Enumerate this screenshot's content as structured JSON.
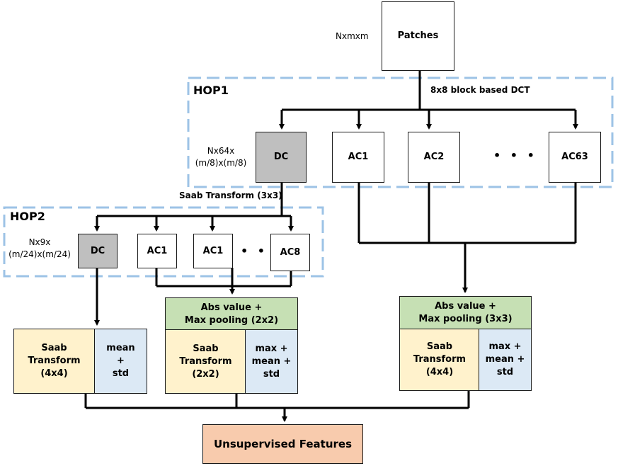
{
  "patches": {
    "label": "Patches",
    "dim": "Nxmxm"
  },
  "hop1": {
    "title": "HOP1",
    "transform_label": "8x8 block based DCT",
    "dim_line1": "Nx64x",
    "dim_line2": "(m/8)x(m/8)",
    "nodes": [
      "DC",
      "AC1",
      "AC2",
      "AC63"
    ],
    "ellipsis": "• • •"
  },
  "hop2": {
    "title": "HOP2",
    "transform_label": "Saab Transform (3x3)",
    "dim_line1": "Nx9x",
    "dim_line2": "(m/24)x(m/24)",
    "nodes": [
      "DC",
      "AC1",
      "AC1",
      "AC8"
    ],
    "ellipsis": "• • •"
  },
  "branch_dc": {
    "saab": [
      "Saab",
      "Transform",
      "(4x4)"
    ],
    "stats": [
      "mean",
      "+",
      "std"
    ]
  },
  "branch_hop2_ac": {
    "pool": [
      "Abs value +",
      "Max pooling (2x2)"
    ],
    "saab": [
      "Saab",
      "Transform",
      "(2x2)"
    ],
    "stats": [
      "max +",
      "mean +",
      "std"
    ]
  },
  "branch_hop1_ac": {
    "pool": [
      "Abs value +",
      "Max pooling (3x3)"
    ],
    "saab": [
      "Saab",
      "Transform",
      "(4x4)"
    ],
    "stats": [
      "max +",
      "mean +",
      "std"
    ]
  },
  "output": {
    "label": "Unsupervised Features"
  },
  "colors": {
    "dashed_border": "#9dc3e6",
    "dc_fill": "#bfbfbf",
    "pool_fill": "#c6e0b4",
    "saab_fill": "#fff2cc",
    "stats_fill": "#dce9f5",
    "output_fill": "#f8cbad"
  }
}
